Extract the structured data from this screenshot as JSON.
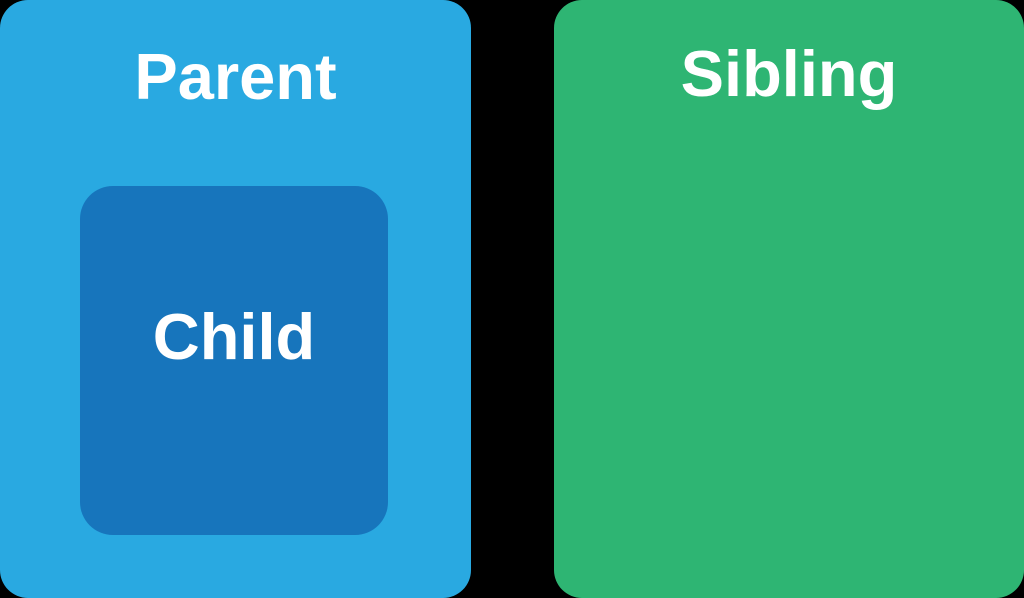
{
  "diagram": {
    "background_color": "#000000",
    "text_color": "#ffffff",
    "boxes": {
      "parent": {
        "label": "Parent",
        "color": "#29a9e1"
      },
      "child": {
        "label": "Child",
        "color": "#1775bc"
      },
      "sibling": {
        "label": "Sibling",
        "color": "#2eb573"
      }
    }
  }
}
